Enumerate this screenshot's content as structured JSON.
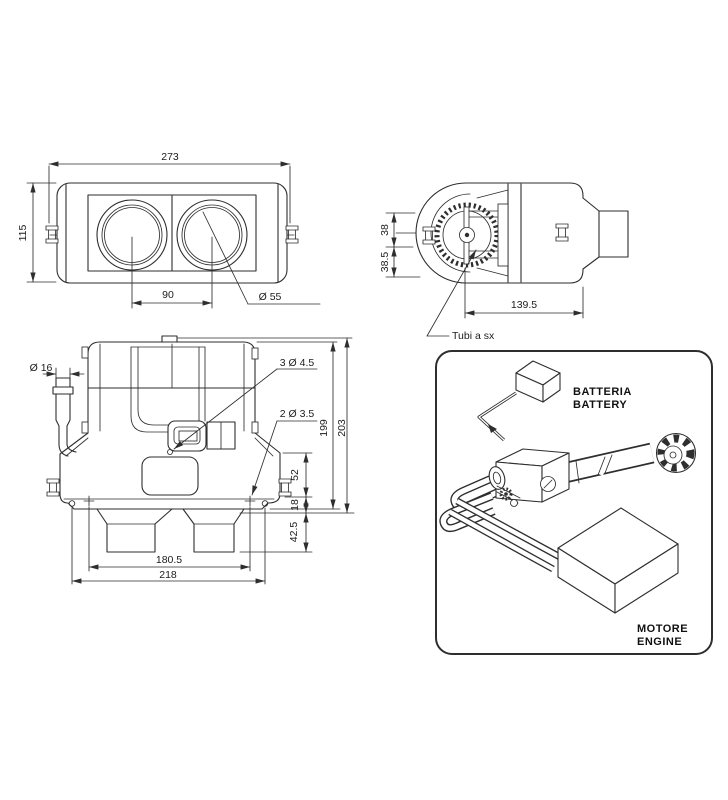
{
  "front_view": {
    "dim_width": "273",
    "dim_height": "115",
    "dim_hole_spacing": "90",
    "dim_hole_diameter": "Ø 55"
  },
  "side_view": {
    "dim_upper": "38",
    "dim_lower": "38.5",
    "dim_length": "139.5",
    "note_pipes_left": "Tubi a sx"
  },
  "rear_view": {
    "dim_pipe_diameter": "Ø 16",
    "dim_holes_top": "3 Ø 4.5",
    "dim_holes_bottom": "2 Ø 3.5",
    "dim_height_body": "199",
    "dim_height_overall": "203",
    "dim_step": "52",
    "dim_flange": "18",
    "dim_duct": "42.5",
    "dim_hole_span": "180.5",
    "dim_width_overall": "218"
  },
  "installation_panel": {
    "battery_label_line1": "BATTERIA",
    "battery_label_line2": "BATTERY",
    "engine_label_line1": "MOTORE",
    "engine_label_line2": "ENGINE"
  },
  "colors": {
    "line": "#2e2e2e",
    "background": "#ffffff"
  }
}
